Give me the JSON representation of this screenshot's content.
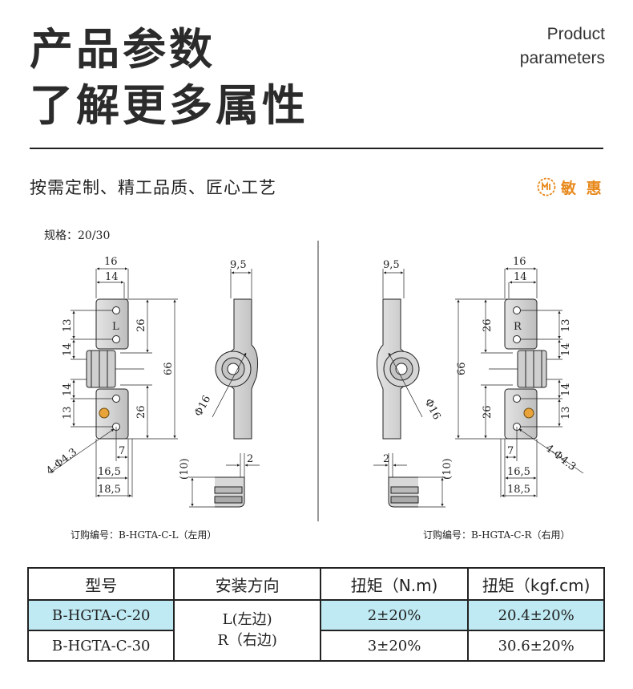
{
  "header": {
    "title_line1": "产品参数",
    "title_line2": "了解更多属性",
    "en_line1": "Product",
    "en_line2": "parameters"
  },
  "tagline": "按需定制、精工品质、匠心工艺",
  "brand": {
    "name": "敏 惠",
    "icon": "brand-logo-icon",
    "color": "#e8891c"
  },
  "spec_label": "规格：20/30",
  "drawing_left": {
    "front": {
      "dim_top_outer": "16",
      "dim_top_inner": "14",
      "dim_left": [
        "13",
        "14",
        "14",
        "13"
      ],
      "dim_right_upper": "26",
      "dim_right_lower": "26",
      "dim_overall": "66",
      "letter": "L",
      "dim_hole": "4-Φ4.3",
      "dim_bottom": [
        "7",
        "16,5",
        "18,5"
      ]
    },
    "side": {
      "dim_top": "9,5",
      "dim_dia": "Φ16",
      "dim_height": "(10)",
      "dim_thick": "2"
    },
    "order_caption": "订购编号：B-HGTA-C-L（左用）"
  },
  "drawing_right": {
    "front": {
      "dim_top_outer": "16",
      "dim_top_inner": "14",
      "dim_right": [
        "13",
        "14",
        "14",
        "13"
      ],
      "dim_left_upper": "26",
      "dim_left_lower": "26",
      "dim_overall": "66",
      "letter": "R",
      "dim_hole": "4-Φ4.3",
      "dim_bottom": [
        "7",
        "16,5",
        "18,5"
      ]
    },
    "side": {
      "dim_top": "9,5",
      "dim_dia": "Φ16",
      "dim_height": "(10)",
      "dim_thick": "2"
    },
    "order_caption": "订购编号：B-HGTA-C-R（右用）"
  },
  "table": {
    "headers": [
      "型号",
      "安装方向",
      "扭矩（N.m)",
      "扭矩（kgf.cm)"
    ],
    "rows": [
      {
        "model": "B-HGTA-C-20",
        "torque_nm": "2±20%",
        "torque_kgf": "20.4±20%"
      },
      {
        "model": "B-HGTA-C-30",
        "torque_nm": "3±20%",
        "torque_kgf": "30.6±20%"
      }
    ],
    "direction_line1": "L(左边)",
    "direction_line2": "R（右边)",
    "highlight_color": "#bfeaf3"
  }
}
